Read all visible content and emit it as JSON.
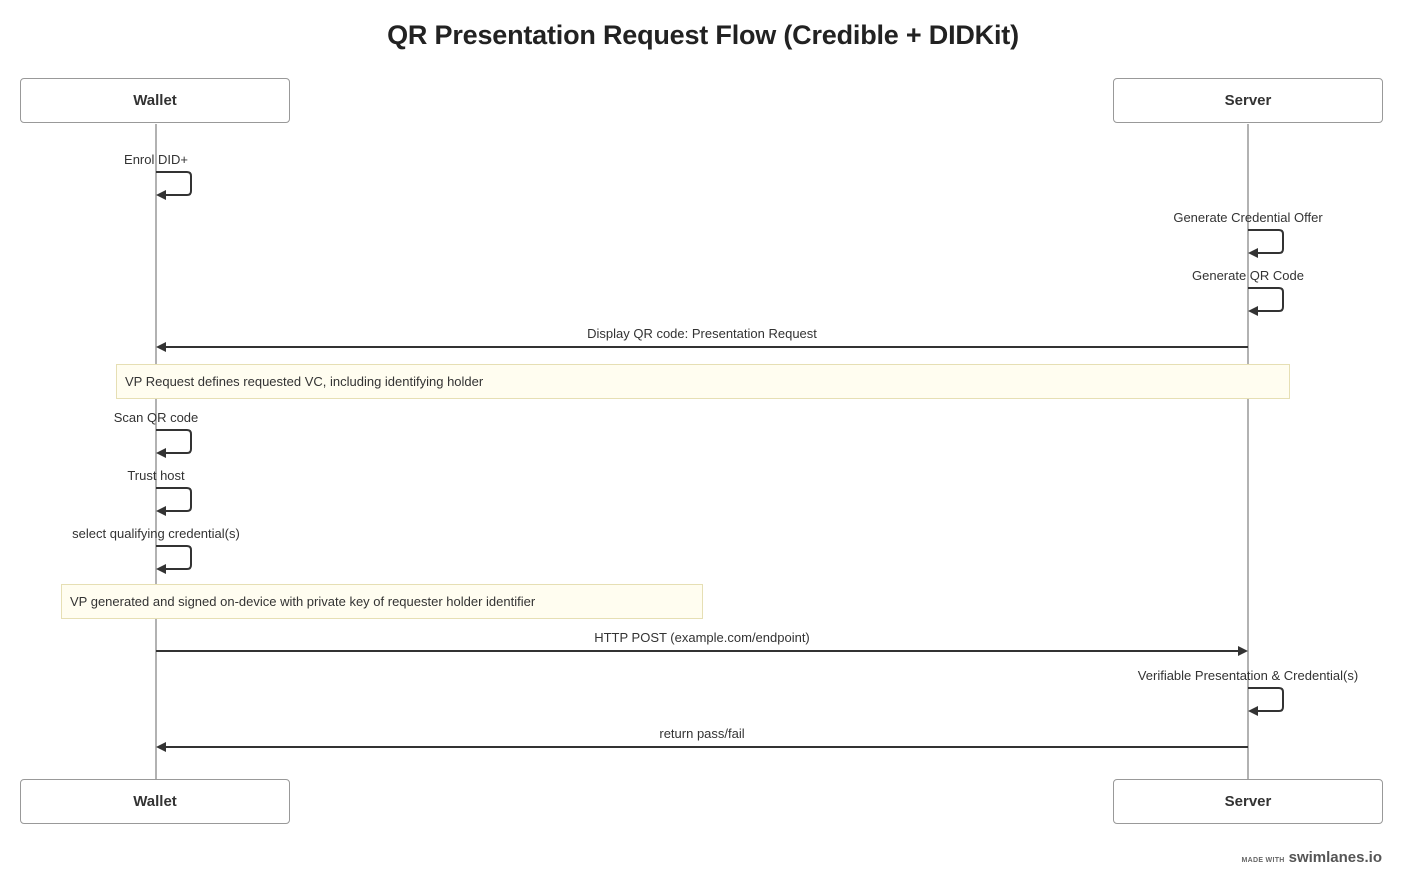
{
  "title": "QR Presentation Request Flow (Credible + DIDKit)",
  "participants": {
    "wallet": "Wallet",
    "server": "Server"
  },
  "messages": [
    {
      "id": "enrol-did",
      "from": "wallet",
      "to": "wallet",
      "label": "Enrol DID+"
    },
    {
      "id": "generate-credential-offer",
      "from": "server",
      "to": "server",
      "label": "Generate Credential Offer"
    },
    {
      "id": "generate-qr-code",
      "from": "server",
      "to": "server",
      "label": "Generate QR Code"
    },
    {
      "id": "display-qr-code",
      "from": "server",
      "to": "wallet",
      "label": "Display QR code: Presentation Request"
    },
    {
      "id": "scan-qr-code",
      "from": "wallet",
      "to": "wallet",
      "label": "Scan QR code"
    },
    {
      "id": "trust-host",
      "from": "wallet",
      "to": "wallet",
      "label": "Trust host"
    },
    {
      "id": "select-credentials",
      "from": "wallet",
      "to": "wallet",
      "label": "select qualifying credential(s)"
    },
    {
      "id": "http-post",
      "from": "wallet",
      "to": "server",
      "label": "HTTP POST (example.com/endpoint)"
    },
    {
      "id": "verify-presentation",
      "from": "server",
      "to": "server",
      "label": "Verifiable Presentation & Credential(s)"
    },
    {
      "id": "return-result",
      "from": "server",
      "to": "wallet",
      "label": "return pass/fail"
    }
  ],
  "notes": [
    {
      "id": "vp-request-note",
      "text": "VP Request defines requested VC, including identifying holder"
    },
    {
      "id": "vp-generated-note",
      "text": "VP generated and signed on-device with private key of requester holder identifier"
    }
  ],
  "footer": {
    "made_with": "MADE WITH",
    "brand": "swimlanes.io"
  },
  "colors": {
    "lifeline": "#999999",
    "arrow": "#333333",
    "note_background": "#fffdf0",
    "note_border": "#e6dfb4"
  }
}
